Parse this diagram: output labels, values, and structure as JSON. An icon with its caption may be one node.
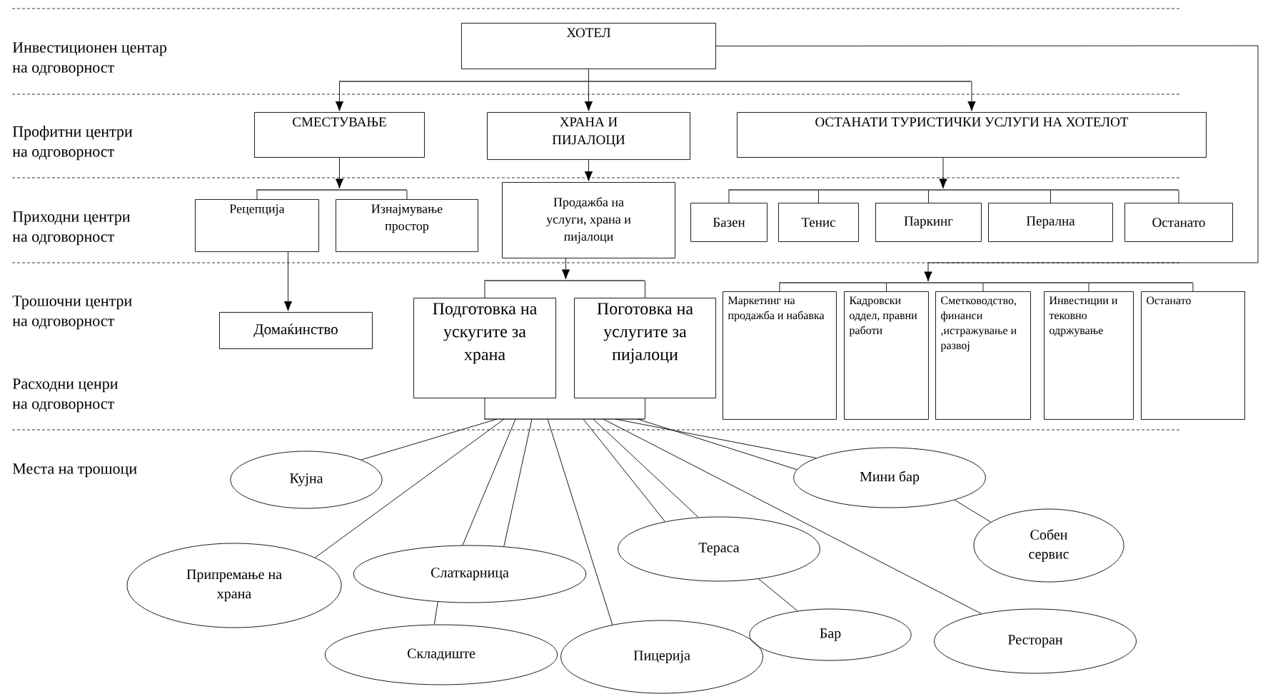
{
  "diagram": {
    "nodes": [
      {
        "text": [
          "ХОТЕЛ"
        ]
      },
      {
        "text": [
          "СМЕСТУВАЊЕ"
        ]
      },
      {
        "text": [
          "ХРАНА И ПИЈАЛОЦИ"
        ]
      },
      {
        "text": [
          "ОСТАНАТИ ТУРИСТИЧКИ УСЛУГИ НА ХОТЕЛОТ"
        ]
      },
      {
        "text": [
          "Рецепција"
        ]
      },
      {
        "text": [
          "Изнајмување простор"
        ]
      },
      {
        "text": [
          "Продажба на услуги, храна и пијалоци"
        ]
      },
      {
        "text": [
          "Базен"
        ]
      },
      {
        "text": [
          "Тенис"
        ]
      },
      {
        "text": [
          "Паркинг"
        ]
      },
      {
        "text": [
          "Перална"
        ]
      },
      {
        "text": [
          "Останато"
        ]
      },
      {
        "text": [
          "Домаќинство"
        ]
      },
      {
        "text": [
          "Подготовка на ускугите за храна"
        ]
      },
      {
        "text": [
          "Поготовка на услугите за пијалоци"
        ]
      },
      {
        "text": [
          "Маркетинг на продажба и набавка"
        ]
      },
      {
        "text": [
          "Кадровски оддел, правни работи"
        ]
      },
      {
        "text": [
          "Сметководство, финанси ,истражување и развој"
        ]
      },
      {
        "text": [
          "Инвестиции и тековно одржување"
        ]
      },
      {
        "text": [
          "Останато"
        ]
      },
      {
        "text": [
          "Кујна"
        ]
      },
      {
        "text": [
          "Припремање на храна"
        ]
      },
      {
        "text": [
          "Слаткарница"
        ]
      },
      {
        "text": [
          "Складиште"
        ]
      },
      {
        "text": [
          "Пицерија"
        ]
      },
      {
        "text": [
          "Тераса"
        ]
      },
      {
        "text": [
          "Бар"
        ]
      },
      {
        "text": [
          "Мини бар"
        ]
      },
      {
        "text": [
          "Собен сервис"
        ]
      },
      {
        "text": [
          "Ресторан"
        ]
      },
      {
        "text": [],
        "shape": "bar"
      },
      {
        "text": [],
        "shape": "bar"
      },
      {
        "text": [],
        "shape": "bar"
      },
      {
        "text": [],
        "shape": "bar"
      },
      {
        "text": [],
        "shape": "bar"
      },
      {
        "text": [],
        "shape": "bar"
      }
    ],
    "edges": [
      {
        "from": 0,
        "to": 30,
        "arrow": "none"
      },
      {
        "from": 30,
        "to": 1,
        "arrow": "to"
      },
      {
        "from": 30,
        "to": 2,
        "arrow": "to"
      },
      {
        "from": 30,
        "to": 3,
        "arrow": "to"
      },
      {
        "from": 0,
        "to": 34,
        "arrow": "to"
      },
      {
        "from": 34,
        "to": 15,
        "arrow": "none"
      },
      {
        "from": 34,
        "to": 16,
        "arrow": "none"
      },
      {
        "from": 34,
        "to": 17,
        "arrow": "none"
      },
      {
        "from": 34,
        "to": 18,
        "arrow": "none"
      },
      {
        "from": 34,
        "to": 19,
        "arrow": "none"
      },
      {
        "from": 1,
        "to": 31,
        "arrow": "to"
      },
      {
        "from": 31,
        "to": 4,
        "arrow": "none"
      },
      {
        "from": 31,
        "to": 5,
        "arrow": "none"
      },
      {
        "from": 2,
        "to": 6,
        "arrow": "to"
      },
      {
        "from": 3,
        "to": 32,
        "arrow": "to"
      },
      {
        "from": 32,
        "to": 7,
        "arrow": "none"
      },
      {
        "from": 32,
        "to": 8,
        "arrow": "none"
      },
      {
        "from": 32,
        "to": 9,
        "arrow": "none"
      },
      {
        "from": 32,
        "to": 10,
        "arrow": "none"
      },
      {
        "from": 32,
        "to": 11,
        "arrow": "none"
      },
      {
        "from": 4,
        "to": 12,
        "arrow": "to"
      },
      {
        "from": 6,
        "to": 33,
        "arrow": "to"
      },
      {
        "from": 33,
        "to": 13,
        "arrow": "none"
      },
      {
        "from": 33,
        "to": 14,
        "arrow": "none"
      },
      {
        "from": 13,
        "to": 35,
        "arrow": "none"
      },
      {
        "from": 14,
        "to": 35,
        "arrow": "none"
      },
      {
        "from": 35,
        "to": 20,
        "arrow": "none"
      },
      {
        "from": 35,
        "to": 21,
        "arrow": "none"
      },
      {
        "from": 35,
        "to": 22,
        "arrow": "none"
      },
      {
        "from": 35,
        "to": 22,
        "arrow": "none"
      },
      {
        "from": 35,
        "to": 24,
        "arrow": "none"
      },
      {
        "from": 35,
        "to": 25,
        "arrow": "none"
      },
      {
        "from": 35,
        "to": 25,
        "arrow": "none"
      },
      {
        "from": 35,
        "to": 27,
        "arrow": "none"
      },
      {
        "from": 35,
        "to": 27,
        "arrow": "none"
      },
      {
        "from": 35,
        "to": 29,
        "arrow": "none"
      },
      {
        "from": 22,
        "to": 23,
        "arrow": "none"
      },
      {
        "from": 25,
        "to": 26,
        "arrow": "none"
      },
      {
        "from": 27,
        "to": 28,
        "arrow": "none"
      }
    ],
    "labels": [
      "Инвестиционен центар на одговорност",
      "Профитни центри на одговорност",
      "Приходни центри на одговорност",
      "Трошочни центри на одговорност",
      "Расходни ценри на одговорност",
      "Места на трошоци"
    ]
  }
}
